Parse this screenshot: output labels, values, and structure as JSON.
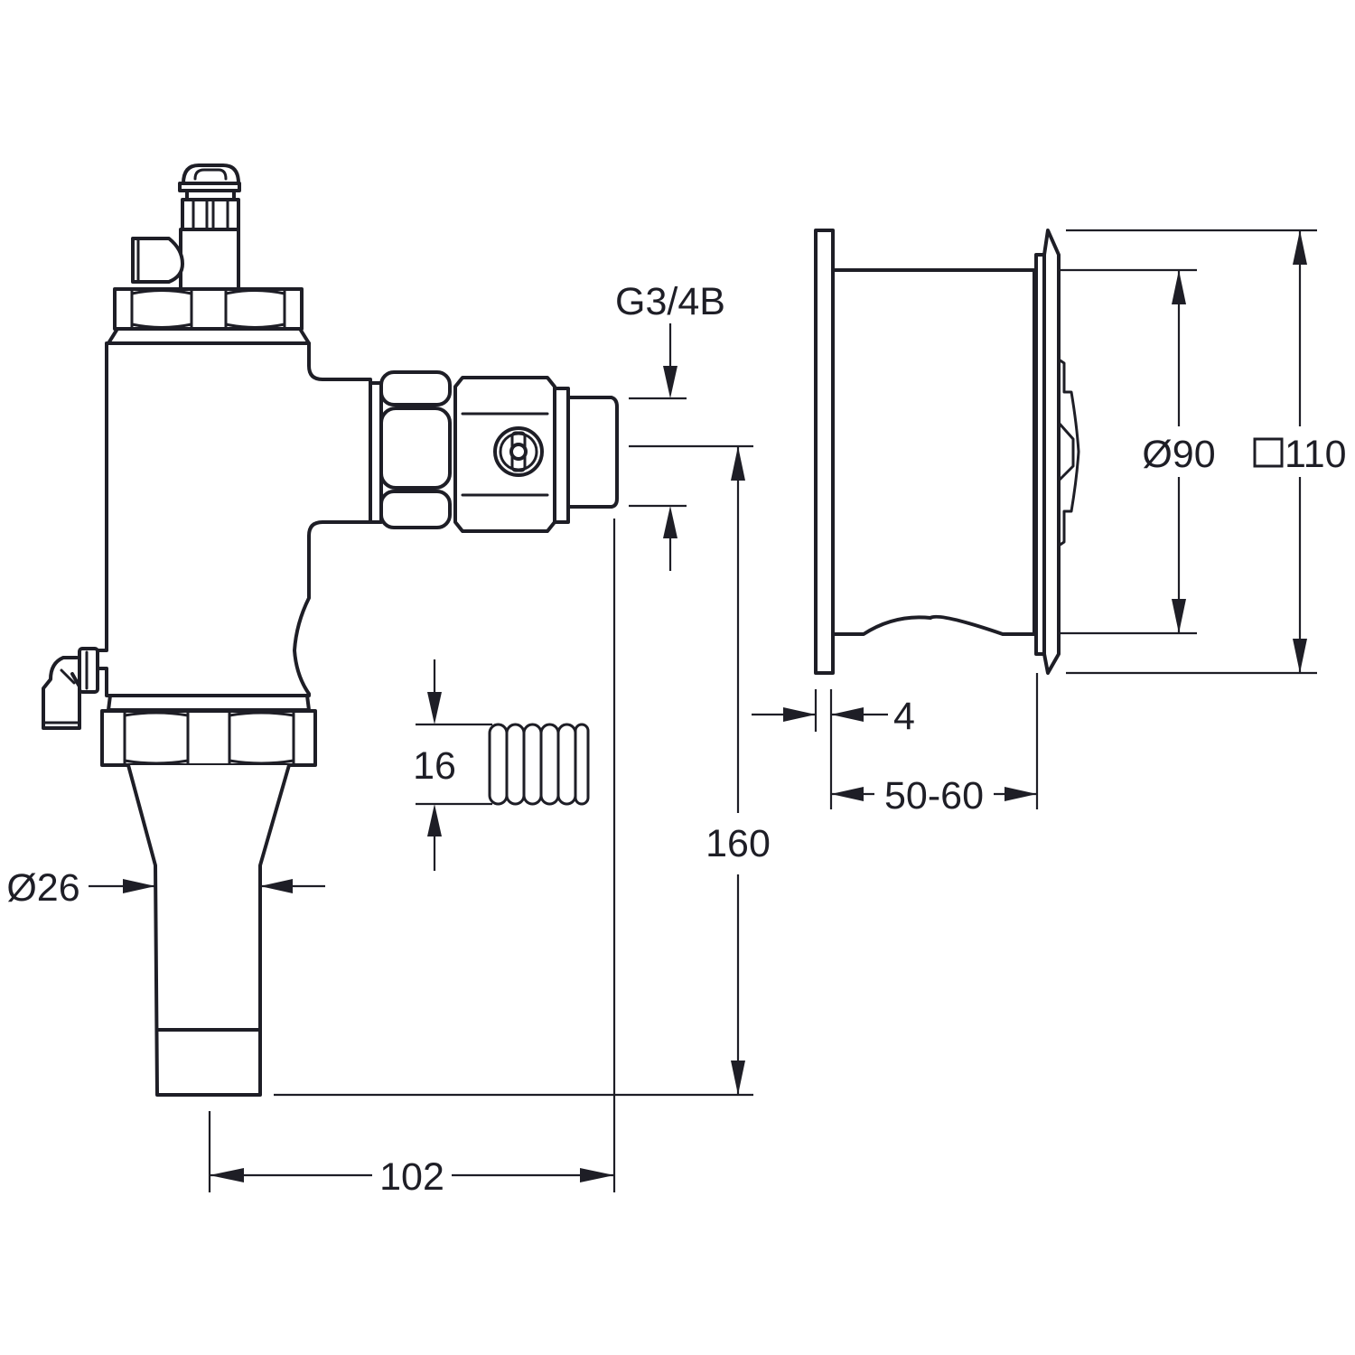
{
  "drawing": {
    "title": "Concealed flush valve with push-button plate — dimensional drawing",
    "units": "mm",
    "line_color": "#1e1e26",
    "background": "#ffffff"
  },
  "dimensions": {
    "thread": {
      "label": "G3/4B",
      "meaning": "inlet thread size"
    },
    "outlet_diameter": {
      "label": "Ø26",
      "symbol": "Ø",
      "value": "26"
    },
    "hose_diameter": {
      "label": "16",
      "value": "16"
    },
    "total_height": {
      "label": "160",
      "value": "160"
    },
    "horizontal_offset": {
      "label": "102",
      "value": "102"
    },
    "plate_thickness": {
      "label": "4",
      "value": "4"
    },
    "wall_depth": {
      "label": "50-60",
      "value": "50-60"
    },
    "button_diameter": {
      "label": "Ø90",
      "symbol": "Ø",
      "value": "90"
    },
    "plate_square": {
      "label": "110",
      "symbol": "square",
      "value": "110"
    }
  },
  "views": [
    {
      "name": "side view of valve body"
    },
    {
      "name": "corrugated hose detail"
    },
    {
      "name": "side view of wall box and cover plate"
    }
  ]
}
